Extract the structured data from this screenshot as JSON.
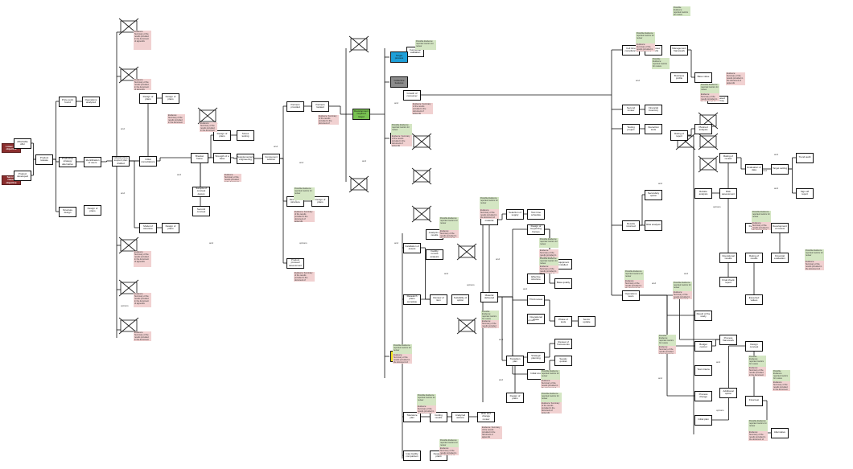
{
  "diagram": {
    "roots": [
      {
        "id": "r1",
        "label": "Lower set objective",
        "color": "#8b2e2e"
      },
      {
        "id": "r2",
        "label": "Second causal objective",
        "color": "#8b2e2e"
      }
    ],
    "nodes": [
      {
        "id": "n1",
        "label": "Affordable offer"
      },
      {
        "id": "n2",
        "label": "Product developed"
      },
      {
        "id": "n3",
        "label": "Product release"
      },
      {
        "id": "n4",
        "label": "Price point found"
      },
      {
        "id": "n5",
        "label": "Operations analyzed"
      },
      {
        "id": "n6",
        "label": "Production strategy alternative"
      },
      {
        "id": "n7",
        "label": "Structure design"
      },
      {
        "id": "n8",
        "label": "Identification of users"
      },
      {
        "id": "n9",
        "label": "Design of plans"
      },
      {
        "id": "n10",
        "label": "Infrastructure support plan drafted"
      },
      {
        "id": "n11",
        "label": "Initial consultations"
      },
      {
        "id": "n12",
        "label": "Design of plans"
      },
      {
        "id": "n13",
        "label": "Design of plans"
      },
      {
        "id": "n14",
        "label": "Model of structure"
      },
      {
        "id": "n15",
        "label": "Design of plans"
      },
      {
        "id": "n16",
        "label": "Bracket frame"
      },
      {
        "id": "n17",
        "label": "Strength of a base"
      },
      {
        "id": "n18",
        "label": "Design of plans"
      },
      {
        "id": "n19",
        "label": "Stress testing"
      },
      {
        "id": "n20",
        "label": "Sample of concept design"
      },
      {
        "id": "n21",
        "label": "Second concept"
      },
      {
        "id": "n22",
        "label": "Supplementary engineering"
      },
      {
        "id": "n23",
        "label": "Component solution"
      },
      {
        "id": "n24",
        "label": "Partners provided"
      },
      {
        "id": "n25",
        "label": "Strength of structure"
      },
      {
        "id": "n26",
        "label": "Design of plans"
      },
      {
        "id": "n27",
        "label": "Product proceed assessment"
      },
      {
        "id": "n28",
        "label": "Partners located"
      },
      {
        "id": "n29",
        "label": "Functional validation"
      },
      {
        "id": "n30",
        "label": "Growth of consumer"
      },
      {
        "id": "n31",
        "label": "Facility remote analysis"
      },
      {
        "id": "n32",
        "label": "Analysis of results"
      },
      {
        "id": "n33",
        "label": "Installation of assets"
      },
      {
        "id": "n34",
        "label": "Suitability of option"
      },
      {
        "id": "n35",
        "label": "Review of item"
      },
      {
        "id": "n36",
        "label": "Research plans complete"
      },
      {
        "id": "n37",
        "label": "Selection of supply"
      },
      {
        "id": "n38",
        "label": "Test time schedule"
      },
      {
        "id": "n39",
        "label": "Tests of material"
      },
      {
        "id": "n40",
        "label": "Material delivered"
      },
      {
        "id": "n41",
        "label": "Design of plans"
      },
      {
        "id": "n42",
        "label": "Design of supporting frames"
      },
      {
        "id": "n43",
        "label": "Effective structure"
      },
      {
        "id": "n44",
        "label": "Equipment installed"
      },
      {
        "id": "n45",
        "label": "Base quality"
      },
      {
        "id": "n46",
        "label": "Third review"
      },
      {
        "id": "n47",
        "label": "Operational phase"
      },
      {
        "id": "n48",
        "label": "Phase of tests"
      },
      {
        "id": "n49",
        "label": "Sector update"
      },
      {
        "id": "n50",
        "label": "Strategic planning"
      },
      {
        "id": "n51",
        "label": "Review of frameworks"
      },
      {
        "id": "n52",
        "label": "Initial cost"
      },
      {
        "id": "n53",
        "label": "Supply quotas"
      },
      {
        "id": "n54",
        "label": "Transition plan"
      },
      {
        "id": "n55",
        "label": "Tolerance plan"
      },
      {
        "id": "n56",
        "label": "Coding results"
      },
      {
        "id": "n57",
        "label": "Analyzed actions"
      },
      {
        "id": "n58",
        "label": "Risk and change review"
      },
      {
        "id": "n59",
        "label": "Inter-facility comparison"
      },
      {
        "id": "n60",
        "label": "Design of plans"
      },
      {
        "id": "n61",
        "label": "Cell time compliance"
      },
      {
        "id": "n62",
        "label": "Initial review of results"
      },
      {
        "id": "n63",
        "label": "Second review"
      },
      {
        "id": "n64",
        "label": "Financial inventory"
      },
      {
        "id": "n65",
        "label": "Testing project"
      },
      {
        "id": "n66",
        "label": "Interaction tests"
      },
      {
        "id": "n67",
        "label": "Results returned"
      },
      {
        "id": "n68",
        "label": "Operations team"
      },
      {
        "id": "n69",
        "label": "Risk analysis"
      },
      {
        "id": "n70",
        "label": "Secondary option"
      },
      {
        "id": "n71",
        "label": "Management framework"
      },
      {
        "id": "n72",
        "label": "Business profile"
      },
      {
        "id": "n73",
        "label": "Rating of report"
      },
      {
        "id": "n74",
        "label": "Base value"
      },
      {
        "id": "n75",
        "label": "Planned analysis"
      },
      {
        "id": "n76",
        "label": "Rebate analysis"
      },
      {
        "id": "n77",
        "label": "Risk assessment"
      },
      {
        "id": "n78",
        "label": "Rating of review"
      },
      {
        "id": "n79",
        "label": "Operational results"
      },
      {
        "id": "n80",
        "label": "Final check report"
      },
      {
        "id": "n81",
        "label": "Evaluation of data"
      },
      {
        "id": "n82",
        "label": "Target setting"
      },
      {
        "id": "n83",
        "label": "Trend audit"
      },
      {
        "id": "n84",
        "label": "Sign-off report"
      },
      {
        "id": "n85",
        "label": "Design of plans"
      },
      {
        "id": "n86",
        "label": "Development of review"
      },
      {
        "id": "n87",
        "label": "Financial evaluation"
      },
      {
        "id": "n88",
        "label": "Rating of results"
      },
      {
        "id": "n89",
        "label": "Expected values"
      },
      {
        "id": "n90",
        "label": "Result of the study"
      },
      {
        "id": "n91",
        "label": "Budget control"
      },
      {
        "id": "n92",
        "label": "Test criteria"
      },
      {
        "id": "n93",
        "label": "Process change"
      },
      {
        "id": "n94",
        "label": "Initial plan"
      },
      {
        "id": "n95",
        "label": "Process framework"
      },
      {
        "id": "n96",
        "label": "Additional option"
      },
      {
        "id": "n97",
        "label": "Design concept"
      },
      {
        "id": "n98",
        "label": "Final test"
      },
      {
        "id": "n99",
        "label": "Alternative"
      }
    ],
    "colored": [
      {
        "id": "c1",
        "label": "Target process",
        "color": "#1e9fd8"
      },
      {
        "id": "c2",
        "label": "Collective features",
        "color": "#8c8c8c"
      },
      {
        "id": "c3",
        "label": "Development required target",
        "color": "#78c251"
      },
      {
        "id": "c4",
        "label": "Iteration of system",
        "color": "#f59a24"
      },
      {
        "id": "c5",
        "label": "Supporting design of layout team",
        "color": "#f3e21a"
      }
    ],
    "bold_label": "Result-based plans of key",
    "edge_word": "and",
    "alt_word": "options",
    "note_green": "Possible Evidence: reported metrics for review",
    "note_pink": "Evidence: Summary of the results provided in the document of appendix"
  }
}
